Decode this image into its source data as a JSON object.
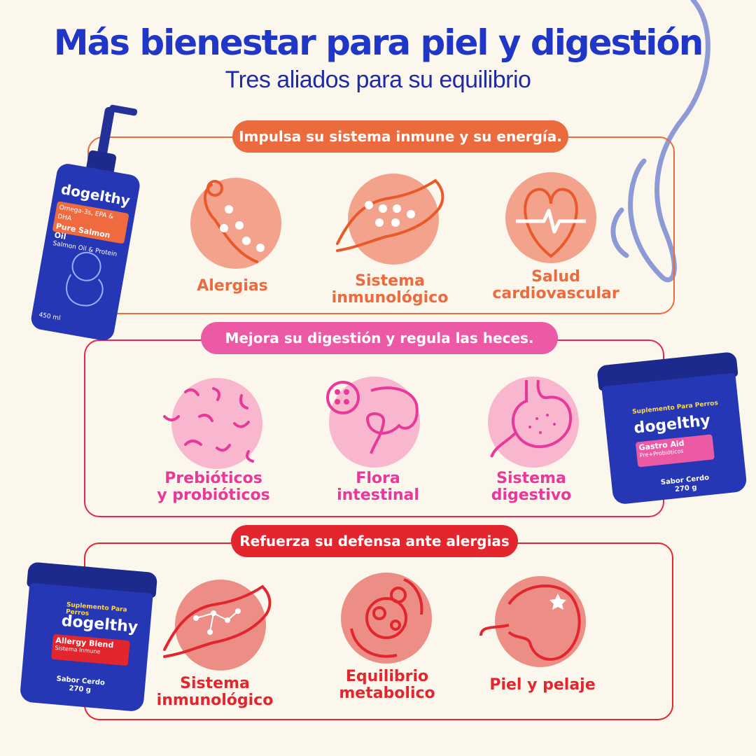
{
  "header": {
    "title": "Más bienestar para piel y digestión",
    "subtitle": "Tres aliados para su equilibrio"
  },
  "colors": {
    "background": "#fbf7ec",
    "title": "#1f36c7",
    "section1_accent": "#ec6b3e",
    "section1_circle": "#f3a28c",
    "section2_accent": "#ec5aa5",
    "section2_circle": "#f9b7cf",
    "section2_border": "#e4284d",
    "section3_accent": "#e3262d",
    "section3_circle": "#ec8d86",
    "decor_line": "#8e9ad6"
  },
  "sections": [
    {
      "banner": "Impulsa su sistema inmune y su energía.",
      "items": [
        {
          "label_1": "Alergias",
          "label_2": "",
          "icon": "paw-icon"
        },
        {
          "label_1": "Sistema",
          "label_2": "inmunológico",
          "icon": "dog-jump-icon"
        },
        {
          "label_1": "Salud",
          "label_2": "cardiovascular",
          "icon": "heart-pulse-icon"
        }
      ]
    },
    {
      "banner": "Mejora su digestión y regula las heces.",
      "items": [
        {
          "label_1": "Prebióticos",
          "label_2": "y probióticos",
          "icon": "bacteria-icon"
        },
        {
          "label_1": "Flora",
          "label_2": "intestinal",
          "icon": "intestine-icon"
        },
        {
          "label_1": "Sistema",
          "label_2": "digestivo",
          "icon": "stomach-icon"
        }
      ]
    },
    {
      "banner": "Refuerza su defensa ante alergias",
      "items": [
        {
          "label_1": "Sistema",
          "label_2": "inmunológico",
          "icon": "dog-constellation-icon"
        },
        {
          "label_1": "Equilibrio",
          "label_2": "metabolico",
          "icon": "metabolism-cycle-icon"
        },
        {
          "label_1": "Piel y pelaje",
          "label_2": "",
          "icon": "poodle-icon"
        }
      ]
    }
  ],
  "products": {
    "bottle": {
      "brand": "dogelthy",
      "line1": "Omega-3s, EPA & DHA",
      "name": "Pure Salmon Oil",
      "tag": "Salmon Oil & Protein",
      "volume": "450 ml"
    },
    "gastro": {
      "top": "Suplemento Para Perros",
      "brand": "dogelthy",
      "name": "Gastro Aid",
      "sub": "Pre+Probióticos",
      "flavor": "Sabor Cerdo",
      "weight": "270 g"
    },
    "allergy": {
      "top": "Suplemento Para Perros",
      "brand": "dogelthy",
      "name": "Allergy Blend",
      "sub": "Sistema Inmune",
      "flavor": "Sabor Cerdo",
      "weight": "270 g"
    }
  }
}
